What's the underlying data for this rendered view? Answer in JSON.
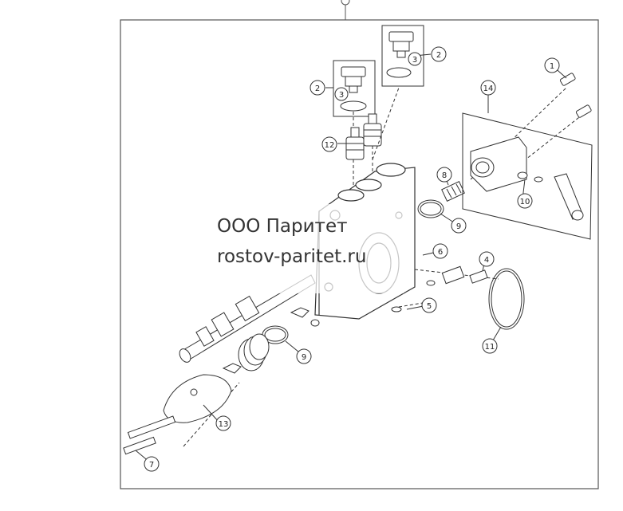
{
  "watermark": {
    "line1": "ООО Паритет",
    "line2": "rostov-paritet.ru"
  },
  "callouts": [
    "1",
    "2",
    "3",
    "2",
    "3",
    "14",
    "8",
    "12",
    "9",
    "10",
    "6",
    "4",
    "5",
    "11",
    "9",
    "13",
    "7"
  ],
  "colors": {
    "stroke": "#333333",
    "frame": "#555555",
    "background": "#ffffff"
  }
}
